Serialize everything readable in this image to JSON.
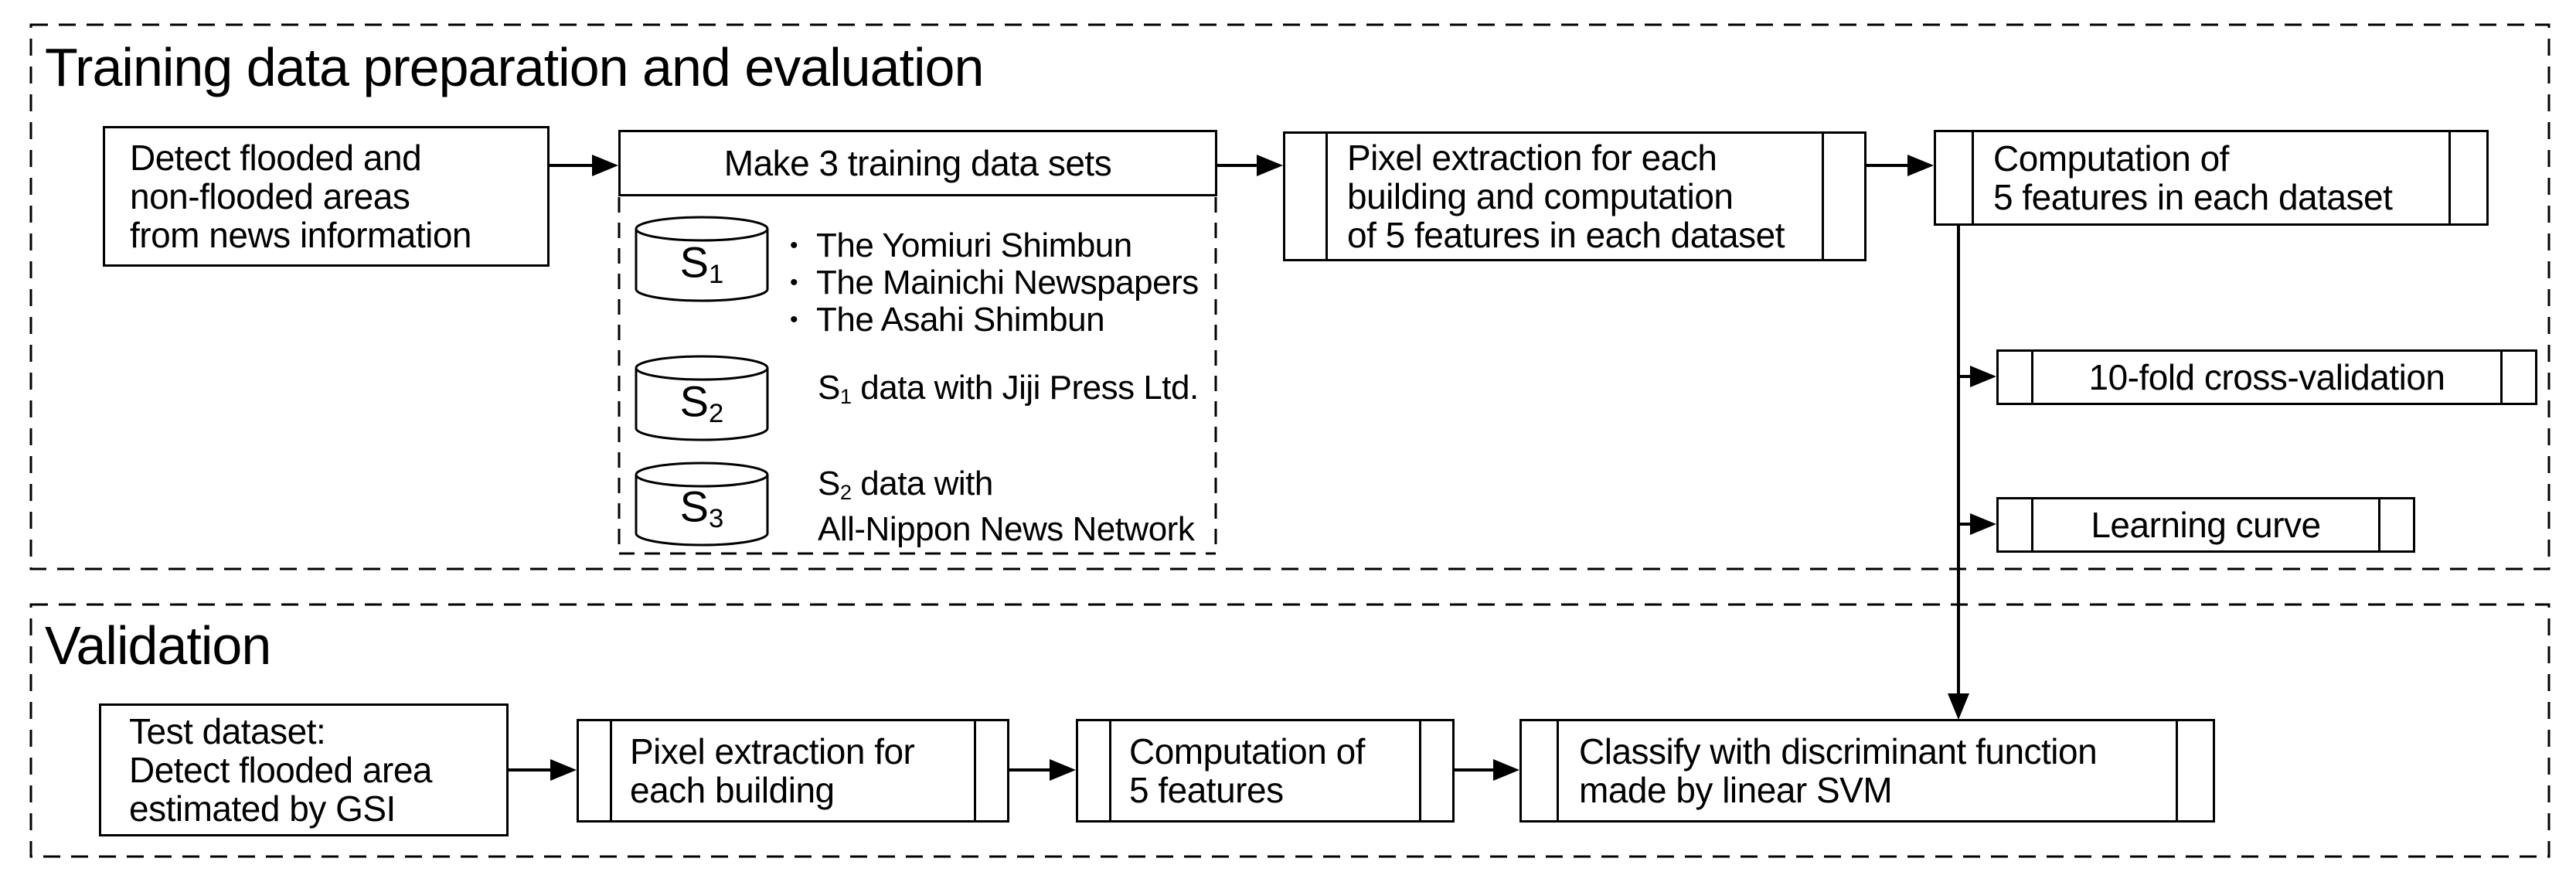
{
  "colors": {
    "ink": "#000000",
    "paper": "#ffffff"
  },
  "training": {
    "title": "Training data preparation and evaluation",
    "detect_box": {
      "lines": [
        "Detect flooded and",
        "non-flooded areas",
        "from news information"
      ]
    },
    "make_sets_box": {
      "title": "Make 3 training data sets"
    },
    "datasets": [
      {
        "base": "S",
        "sub": "1",
        "bullet": "•",
        "items": [
          "The Yomiuri Shimbun",
          "The Mainichi Newspapers",
          "The Asahi Shimbun"
        ]
      },
      {
        "base": "S",
        "sub": "2",
        "desc": {
          "base": "S",
          "sub": "1",
          "rest": " data with Jiji Press Ltd."
        }
      },
      {
        "base": "S",
        "sub": "3",
        "desc": {
          "base": "S",
          "sub": "2",
          "rest": " data with"
        },
        "desc_line2": "All-Nippon News Network"
      }
    ],
    "pixel_box": {
      "lines": [
        "Pixel extraction for each",
        "building and computation",
        "of 5 features in each dataset"
      ]
    },
    "computation_box": {
      "lines": [
        "Computation of",
        "5 features in each dataset"
      ]
    },
    "cross_validation_box": {
      "title": "10-fold cross-validation"
    },
    "learning_curve_box": {
      "title": "Learning curve"
    }
  },
  "validation": {
    "title": "Validation",
    "test_box": {
      "lines": [
        "Test dataset:",
        "Detect flooded area",
        "estimated by GSI"
      ]
    },
    "pixel_box": {
      "lines": [
        "Pixel extraction for",
        "each building"
      ]
    },
    "computation_box": {
      "lines": [
        "Computation of",
        "5 features"
      ]
    },
    "classify_box": {
      "lines": [
        "Classify with discriminant function",
        "made by linear SVM"
      ]
    }
  }
}
